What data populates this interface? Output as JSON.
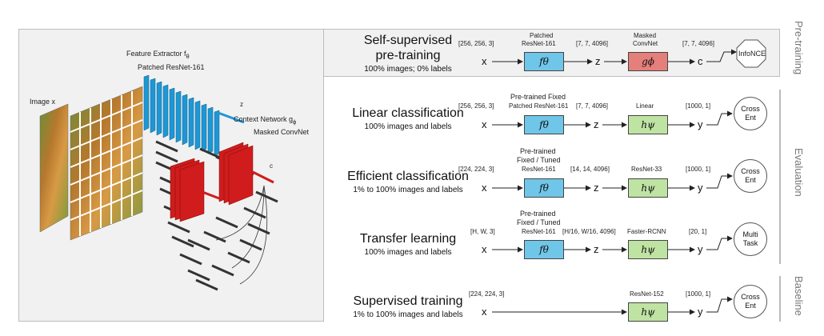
{
  "colors": {
    "blue": "#6fc6e8",
    "green": "#bfe3a2",
    "red": "#e47f7b",
    "net_blue": "#1e97d4",
    "net_red": "#d01c1c"
  },
  "left_panel": {
    "feature_extractor": "Feature Extractor f",
    "feature_extractor_sub": "θ",
    "patched_resnet": "Patched ResNet-161",
    "image_label": "Image x",
    "context_network": "Context Network g",
    "context_network_sub": "ϕ",
    "masked_convnet": "Masked ConvNet",
    "z_label": "z",
    "c_label": "c"
  },
  "side_labels": {
    "pretraining": "Pre-training",
    "evaluation": "Evaluation",
    "baseline": "Baseline"
  },
  "rows": [
    {
      "title": "Self-supervised pre-training",
      "title1": "Self-supervised",
      "title2": "pre-training",
      "subtitle": "100% images; 0% labels",
      "in_dim": "[256, 256, 3]",
      "net1_top": "Patched",
      "net1_bot": "ResNet-161",
      "mid_dim": "[7, 7, 4096]",
      "net2_top": "Masked",
      "net2_bot": "ConvNet",
      "out_dim": "[7, 7, 4096]",
      "in_var": "x",
      "box1": "fθ",
      "mid_var": "z",
      "box2": "gϕ",
      "out_var": "c",
      "loss": "InfoNCE"
    },
    {
      "title": "Linear classification",
      "subtitle": "100% images and labels",
      "in_dim": "[256, 256, 3]",
      "net1_l1": "Pre-trained Fixed",
      "net1_l2": "Patched ResNet-161",
      "mid_dim": "[7, 7, 4096]",
      "net2": "Linear",
      "out_dim": "[1000, 1]",
      "in_var": "x",
      "box1": "fθ",
      "mid_var": "z",
      "box2": "hψ",
      "out_var": "y",
      "loss1": "Cross",
      "loss2": "Ent"
    },
    {
      "title": "Efficient classification",
      "subtitle": "1% to 100% images and labels",
      "in_dim": "[224, 224, 3]",
      "net1_l1": "Pre-trained",
      "net1_l2": "Fixed / Tuned",
      "net1_l3": "ResNet-161",
      "mid_dim": "[14, 14, 4096]",
      "net2": "ResNet-33",
      "out_dim": "[1000, 1]",
      "in_var": "x",
      "box1": "fθ",
      "mid_var": "z",
      "box2": "hψ",
      "out_var": "y",
      "loss1": "Cross",
      "loss2": "Ent"
    },
    {
      "title": "Transfer learning",
      "subtitle": "100% images and labels",
      "in_dim": "[H, W, 3]",
      "net1_l1": "Pre-trained",
      "net1_l2": "Fixed / Tuned",
      "net1_l3": "ResNet-161",
      "mid_dim": "[H/16, W/16, 4096]",
      "net2": "Faster-RCNN",
      "out_dim": "[20, 1]",
      "in_var": "x",
      "box1": "fθ",
      "mid_var": "z",
      "box2": "hψ",
      "out_var": "y",
      "loss1": "Multi",
      "loss2": "Task"
    },
    {
      "title": "Supervised training",
      "subtitle": "1% to 100% images and labels",
      "in_dim": "[224, 224, 3]",
      "net2": "ResNet-152",
      "out_dim": "[1000, 1]",
      "in_var": "x",
      "box2": "hψ",
      "out_var": "y",
      "loss1": "Cross",
      "loss2": "Ent"
    }
  ]
}
